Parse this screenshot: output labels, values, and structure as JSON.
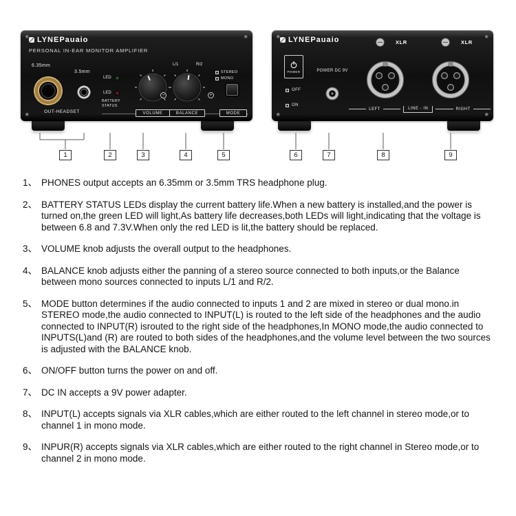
{
  "front_panel": {
    "brand": "LYNEPauaio",
    "subtitle": "PERSONAL IN-EAR MONITOR AMPLIFIER",
    "jack_large_label": "6.35mm",
    "jack_small_label": "3.5mm",
    "out_headset_label": "OUT-HEADSET",
    "led_label_top": "LED",
    "led_label_bottom": "LED",
    "battery_status_label": "BATTERY STATUS",
    "volume_label": "VOLUME",
    "balance_label": "BALANCE",
    "balance_left_mark": "L/1",
    "balance_right_mark": "R/2",
    "balance_min_icon": "−",
    "balance_max_icon": "+",
    "stereo_label": "STEREO",
    "mono_label": "MONO",
    "mode_label": "MODE"
  },
  "back_panel": {
    "brand": "LYNEPauaio",
    "power_button_label": "POWER",
    "dc_label": "POWER DC 9V",
    "off_label": "OFF",
    "on_label": "ON",
    "xlr_left_label": "XLR",
    "xlr_right_label": "XLR",
    "left_label": "LEFT",
    "line_in_label": "LINE - IN",
    "right_label": "RIGHT"
  },
  "callouts": [
    "1",
    "2",
    "3",
    "4",
    "5",
    "6",
    "7",
    "8",
    "9"
  ],
  "descriptions": [
    {
      "num": "1、",
      "text": "PHONES output accepts an 6.35mm or 3.5mm TRS headphone plug."
    },
    {
      "num": "2、",
      "text": "BATTERY STATUS LEDs display the current battery life.When a new battery is installed,and the power is turned on,the green LED will light,As battery life decreases,both LEDs will light,indicating that the voltage is between 6.8 and 7.3V.When only the red LED is lit,the battery should be replaced."
    },
    {
      "num": "3、",
      "text": "VOLUME knob adjusts the overall output to the headphones."
    },
    {
      "num": "4、",
      "text": "BALANCE knob adjusts either the panning of a stereo source connected to both inputs,or the Balance between mono sources connected to inputs L/1 and R/2."
    },
    {
      "num": "5、",
      "text": "MODE button determines if the audio connected to inputs 1 and 2 are mixed in stereo or dual mono.in STEREO mode,the audio connected to INPUT(L) is routed to the left side of the headphones and the audio connected to INPUT(R) isrouted to the right side of the headphones,In MONO mode,the audio connected to INPUTS(L)and (R) are routed to both sides of the headphones,and the volume level between the two sources is adjusted with the BALANCE knob."
    },
    {
      "num": "6、",
      "text": "ON/OFF button turns the power on and off."
    },
    {
      "num": "7、",
      "text": "DC IN accepts a 9V power adapter."
    },
    {
      "num": "8、",
      "text": "INPUT(L) accepts signals via XLR cables,which are either routed to the left channel in stereo mode,or to channel 1 in mono mode."
    },
    {
      "num": "9、",
      "text": "INPUR(R) accepts signals via XLR cables,which are either routed to the right channel in Stereo mode,or to channel 2 in mono mode."
    }
  ],
  "colors": {
    "device_body": "#141414",
    "gold_ring": "#b99659",
    "silver": "#bfbfbf",
    "panel_text": "#e9e9e9",
    "body_text": "#141414"
  }
}
